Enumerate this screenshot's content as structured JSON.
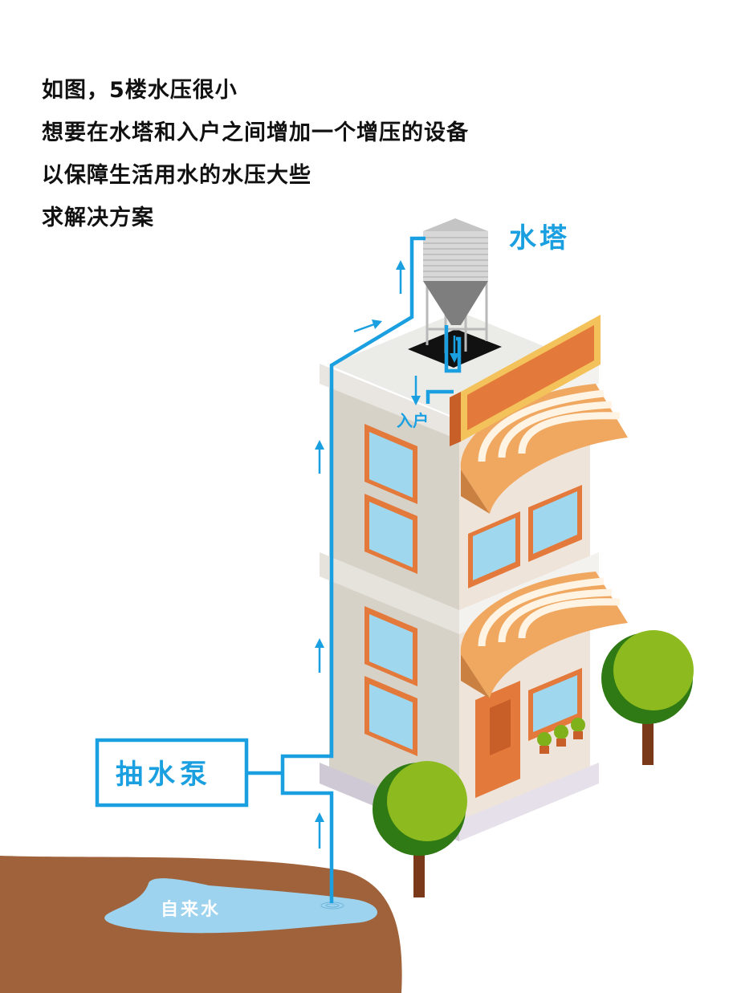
{
  "question": {
    "line1": "如图，5楼水压很小",
    "line2": "想要在水塔和入户之间增加一个增压的设备",
    "line3": "以保障生活用水的水压大些",
    "line4": "求解决方案"
  },
  "labels": {
    "water_tower": "水塔",
    "household_entry": "入户",
    "pump": "抽水泵",
    "tap_water": "自来水"
  },
  "colors": {
    "pipe": "#1a9fe0",
    "ground": "#a0623a",
    "puddle": "#9dd3ee",
    "building_wall": "#d8d4ca",
    "window_frame": "#e3793a",
    "awning": "#f0a860",
    "tree": "#7fb21a"
  }
}
